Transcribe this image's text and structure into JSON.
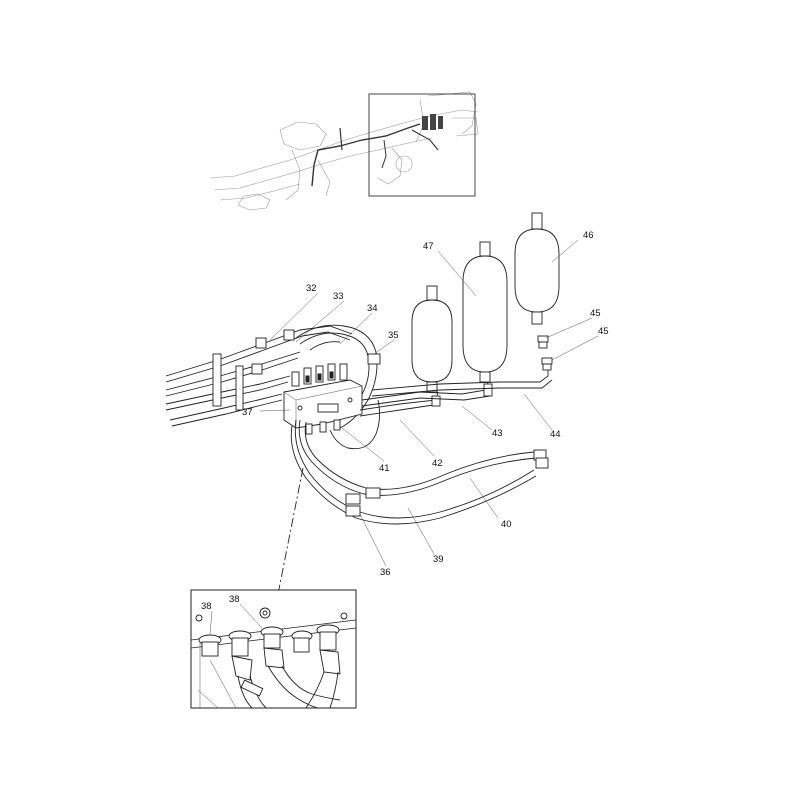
{
  "diagram": {
    "callouts": {
      "c32": "32",
      "c33": "33",
      "c34": "34",
      "c35": "35",
      "c36": "36",
      "c37": "37",
      "c38a": "38",
      "c38b": "38",
      "c39": "39",
      "c40": "40",
      "c41": "41",
      "c42": "42",
      "c43": "43",
      "c44": "44",
      "c45a": "45",
      "c45b": "45",
      "c46": "46",
      "c47": "47"
    }
  }
}
